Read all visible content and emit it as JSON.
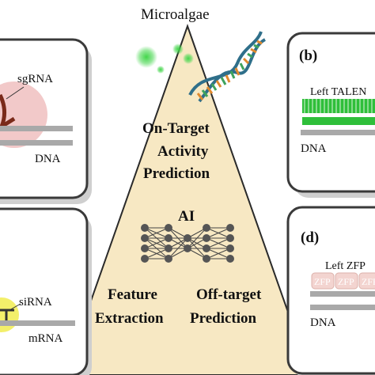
{
  "center": {
    "top_label": "Microalgae",
    "on_target": [
      "On-Target",
      "Activity",
      "Prediction"
    ],
    "ai_label": "AI",
    "feature": [
      "Feature",
      "Extraction"
    ],
    "off_target": [
      "Off-target",
      "Prediction"
    ]
  },
  "panels": {
    "a": {
      "label1": "sgRNA",
      "label2": "DNA"
    },
    "b": {
      "tag": "(b)",
      "label1": "Left TALEN",
      "label2": "DNA"
    },
    "c": {
      "label1": "siRNA",
      "label2": "mRNA"
    },
    "d": {
      "tag": "(d)",
      "label1": "Left ZFP",
      "zfp": [
        "ZFP",
        "ZFP",
        "ZFP"
      ],
      "label2": "DNA"
    }
  },
  "colors": {
    "triangle_fill": "#f7e8c3",
    "talen_green": "#2fbf3a",
    "algae_green": "#43d64b",
    "dna_blue": "#2f6f8a",
    "dna_orange": "#e08a2e",
    "cas_pink": "#f2c9c9",
    "sirna_yellow": "#f3ef6a",
    "zfp_pink": "#f3d4d0"
  },
  "icons": [
    "dna-helix-icon",
    "neural-network-icon",
    "algae-cells-icon",
    "cas9-protein-icon"
  ]
}
